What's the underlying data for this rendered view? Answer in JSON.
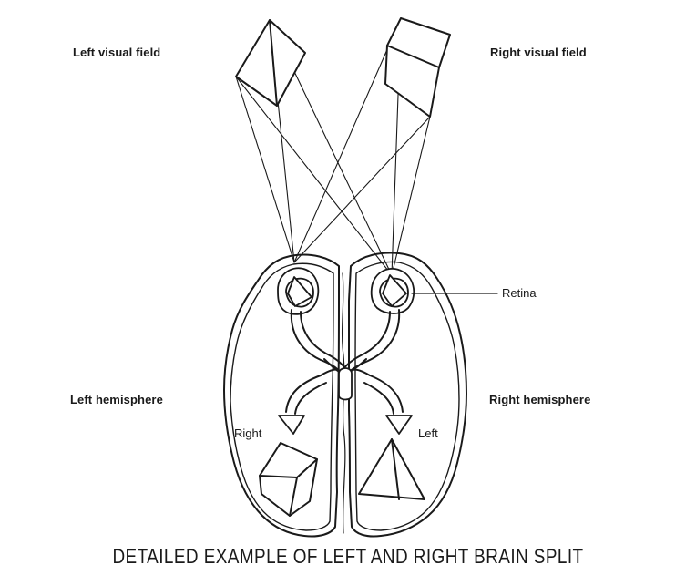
{
  "labels": {
    "left_visual_field": "Left visual field",
    "right_visual_field": "Right visual field",
    "retina": "Retina",
    "left_hemisphere": "Left hemisphere",
    "right_hemisphere": "Right hemisphere",
    "right_arrow": "Right",
    "left_arrow": "Left"
  },
  "caption": "DETAILED EXAMPLE OF LEFT AND RIGHT BRAIN SPLIT",
  "colors": {
    "ink": "#1a1a1a",
    "paper": "#ffffff"
  }
}
